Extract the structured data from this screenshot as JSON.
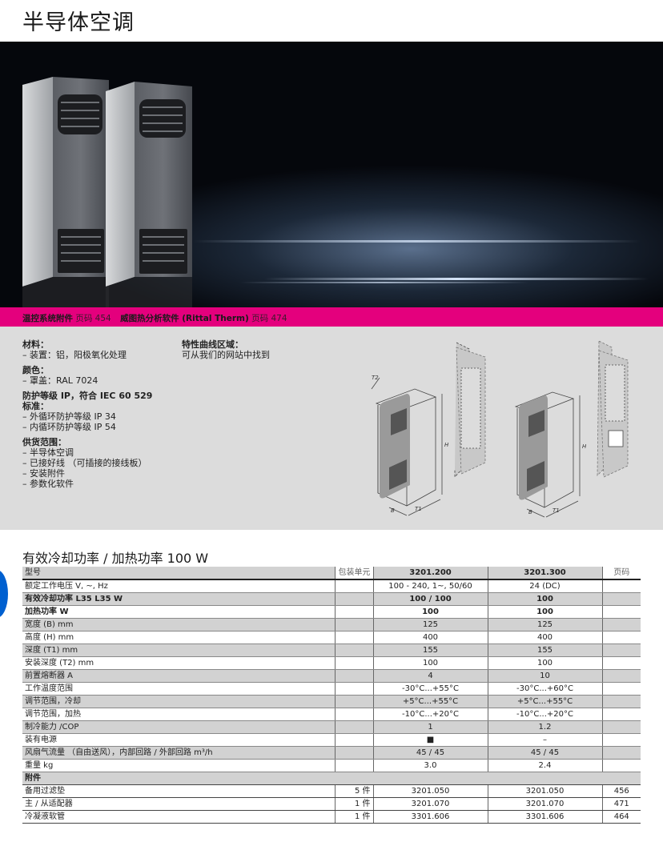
{
  "page_title": "半导体空调",
  "pinkbar": {
    "item1_label": "温控系统附件",
    "item1_page": "页码 454",
    "item2_label": "威图热分析软件 (Rittal Therm)",
    "item2_page": "页码 474"
  },
  "specs": {
    "material": {
      "heading": "材料：",
      "lines": [
        "– 装置：铝，阳极氧化处理"
      ]
    },
    "color": {
      "heading": "颜色：",
      "lines": [
        "– 罩盖：RAL 7024"
      ]
    },
    "protection": {
      "heading": "防护等级 IP，符合 IEC 60 529",
      "heading2": "标准：",
      "lines": [
        "– 外循环防护等级 IP 34",
        "– 内循环防护等级 IP 54"
      ]
    },
    "supply": {
      "heading": "供货范围：",
      "lines": [
        "– 半导体空调",
        "– 已接好线 （可插接的接线板）",
        "– 安装附件",
        "– 参数化软件"
      ]
    },
    "curve": {
      "heading": "特性曲线区域：",
      "lines": [
        "可从我们的网站中找到"
      ]
    }
  },
  "drawing_labels": {
    "t2": "T2",
    "h": "H",
    "b": "B",
    "t1": "T1"
  },
  "section_title": "有效冷却功率 / 加热功率 100 W",
  "table": {
    "header": [
      "型号",
      "包装单元",
      "3201.200",
      "3201.300",
      "页码"
    ],
    "rows": [
      {
        "c": [
          "额定工作电压 V, ~, Hz",
          "",
          "100 - 240, 1~, 50/60",
          "24 (DC)",
          ""
        ],
        "shade": false,
        "bold": false
      },
      {
        "c": [
          "有效冷却功率 L35 L35 W",
          "",
          "100 / 100",
          "100",
          ""
        ],
        "shade": true,
        "bold": true
      },
      {
        "c": [
          "加热功率 W",
          "",
          "100",
          "100",
          ""
        ],
        "shade": false,
        "bold": true
      },
      {
        "c": [
          "宽度 (B) mm",
          "",
          "125",
          "125",
          ""
        ],
        "shade": true,
        "bold": false
      },
      {
        "c": [
          "高度 (H) mm",
          "",
          "400",
          "400",
          ""
        ],
        "shade": false,
        "bold": false
      },
      {
        "c": [
          "深度 (T1) mm",
          "",
          "155",
          "155",
          ""
        ],
        "shade": true,
        "bold": false
      },
      {
        "c": [
          "安装深度 (T2) mm",
          "",
          "100",
          "100",
          ""
        ],
        "shade": false,
        "bold": false
      },
      {
        "c": [
          "前置熔断器 A",
          "",
          "4",
          "10",
          ""
        ],
        "shade": true,
        "bold": false
      },
      {
        "c": [
          "工作温度范围",
          "",
          "-30°C...+55°C",
          "-30°C...+60°C",
          ""
        ],
        "shade": false,
        "bold": false
      },
      {
        "c": [
          "调节范围，冷却",
          "",
          "+5°C...+55°C",
          "+5°C...+55°C",
          ""
        ],
        "shade": true,
        "bold": false
      },
      {
        "c": [
          "调节范围，加热",
          "",
          "-10°C...+20°C",
          "-10°C...+20°C",
          ""
        ],
        "shade": false,
        "bold": false
      },
      {
        "c": [
          "制冷能力 /COP",
          "",
          "1",
          "1.2",
          ""
        ],
        "shade": true,
        "bold": false
      },
      {
        "c": [
          "装有电源",
          "",
          "■",
          "–",
          ""
        ],
        "shade": false,
        "bold": false
      },
      {
        "c": [
          "风扇气流量 （自由送风），内部回路 / 外部回路 m³/h",
          "",
          "45 / 45",
          "45 / 45",
          ""
        ],
        "shade": true,
        "bold": false
      },
      {
        "c": [
          "重量 kg",
          "",
          "3.0",
          "2.4",
          ""
        ],
        "shade": false,
        "bold": false
      }
    ],
    "accessory_heading": "附件",
    "accessories": [
      {
        "c": [
          "备用过滤垫",
          "5 件",
          "3201.050",
          "3201.050",
          "456"
        ]
      },
      {
        "c": [
          "主 / 从适配器",
          "1 件",
          "3201.070",
          "3201.070",
          "471"
        ]
      },
      {
        "c": [
          "冷凝液软管",
          "1 件",
          "3301.606",
          "3301.606",
          "464"
        ]
      }
    ]
  }
}
